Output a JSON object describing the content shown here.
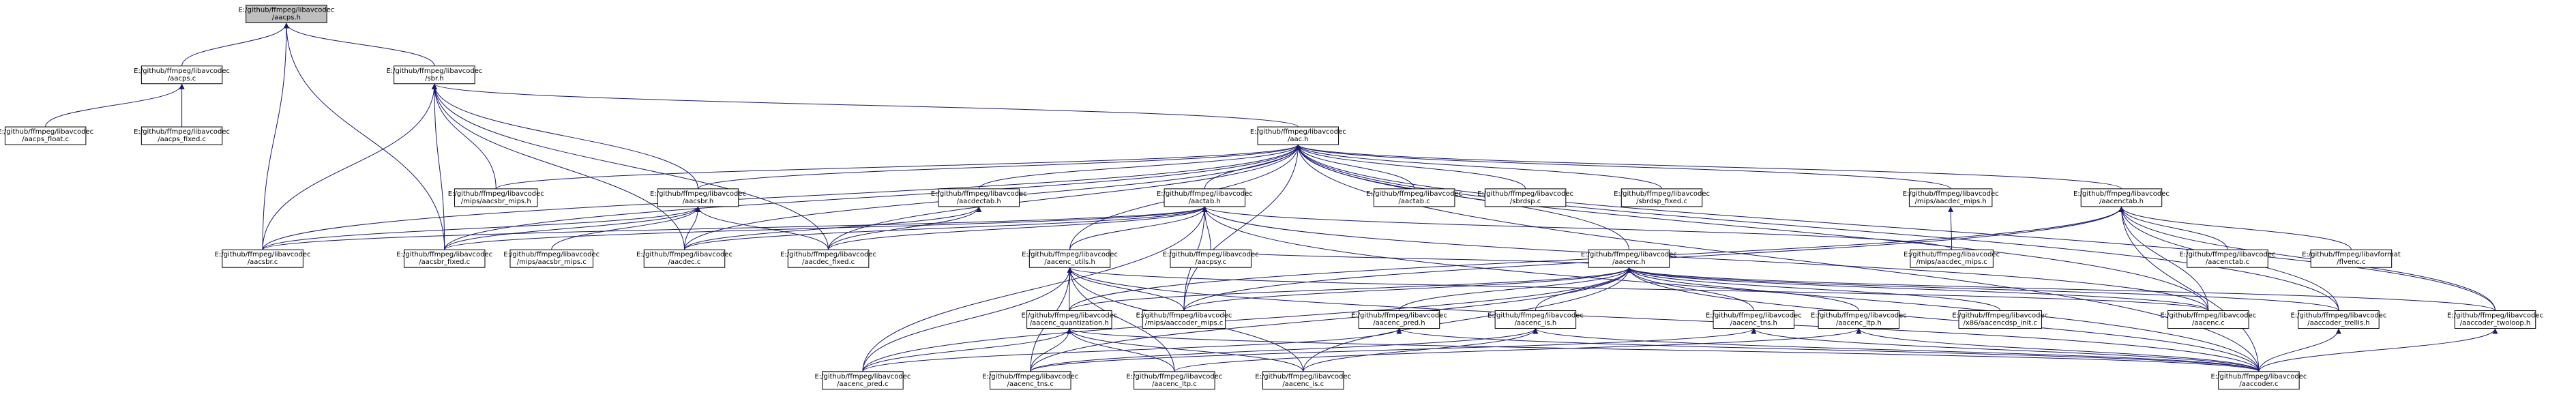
{
  "colors": {
    "edge": "#191970",
    "node_fill": "#ffffff",
    "root_fill": "#bfbfbf",
    "node_stroke": "#000000"
  },
  "root_id": "aacps_h",
  "nodes": [
    {
      "id": "aacps_h",
      "lines": [
        "E:/github/ffmpeg/libavcodec",
        "/aacps.h"
      ]
    },
    {
      "id": "aacps_c",
      "lines": [
        "E:/github/ffmpeg/libavcodec",
        "/aacps.c"
      ]
    },
    {
      "id": "sbr_h",
      "lines": [
        "E:/github/ffmpeg/libavcodec",
        "/sbr.h"
      ]
    },
    {
      "id": "aacps_float_c",
      "lines": [
        "E:/github/ffmpeg/libavcodec",
        "/aacps_float.c"
      ]
    },
    {
      "id": "aacps_fixed_c",
      "lines": [
        "E:/github/ffmpeg/libavcodec",
        "/aacps_fixed.c"
      ]
    },
    {
      "id": "aac_h",
      "lines": [
        "E:/github/ffmpeg/libavcodec",
        "/aac.h"
      ]
    },
    {
      "id": "mips_aacsbr_mips_h",
      "lines": [
        "E:/github/ffmpeg/libavcodec",
        "/mips/aacsbr_mips.h"
      ]
    },
    {
      "id": "aacsbr_h",
      "lines": [
        "E:/github/ffmpeg/libavcodec",
        "/aacsbr.h"
      ]
    },
    {
      "id": "aacdectab_h",
      "lines": [
        "E:/github/ffmpeg/libavcodec",
        "/aacdectab.h"
      ]
    },
    {
      "id": "aactab_h",
      "lines": [
        "E:/github/ffmpeg/libavcodec",
        "/aactab.h"
      ]
    },
    {
      "id": "aactab_c",
      "lines": [
        "E:/github/ffmpeg/libavcodec",
        "/aactab.c"
      ]
    },
    {
      "id": "sbrdsp_c",
      "lines": [
        "E:/github/ffmpeg/libavcodec",
        "/sbrdsp.c"
      ]
    },
    {
      "id": "sbrdsp_fixed_c",
      "lines": [
        "E:/github/ffmpeg/libavcodec",
        "/sbrdsp_fixed.c"
      ]
    },
    {
      "id": "mips_aacdec_mips_h",
      "lines": [
        "E:/github/ffmpeg/libavcodec",
        "/mips/aacdec_mips.h"
      ]
    },
    {
      "id": "aacenctab_h",
      "lines": [
        "E:/github/ffmpeg/libavcodec",
        "/aacenctab.h"
      ]
    },
    {
      "id": "aacsbr_c",
      "lines": [
        "E:/github/ffmpeg/libavcodec",
        "/aacsbr.c"
      ]
    },
    {
      "id": "aacsbr_fixed_c",
      "lines": [
        "E:/github/ffmpeg/libavcodec",
        "/aacsbr_fixed.c"
      ]
    },
    {
      "id": "mips_aacsbr_mips_c",
      "lines": [
        "E:/github/ffmpeg/libavcodec",
        "/mips/aacsbr_mips.c"
      ]
    },
    {
      "id": "aacdec_c",
      "lines": [
        "E:/github/ffmpeg/libavcodec",
        "/aacdec.c"
      ]
    },
    {
      "id": "aacdec_fixed_c",
      "lines": [
        "E:/github/ffmpeg/libavcodec",
        "/aacdec_fixed.c"
      ]
    },
    {
      "id": "aacenc_utils_h",
      "lines": [
        "E:/github/ffmpeg/libavcodec",
        "/aacenc_utils.h"
      ]
    },
    {
      "id": "aacpsy_c",
      "lines": [
        "E:/github/ffmpeg/libavcodec",
        "/aacpsy.c"
      ]
    },
    {
      "id": "aacenc_h",
      "lines": [
        "E:/github/ffmpeg/libavcodec",
        "/aacenc.h"
      ]
    },
    {
      "id": "mips_aacdec_mips_c",
      "lines": [
        "E:/github/ffmpeg/libavcodec",
        "/mips/aacdec_mips.c"
      ]
    },
    {
      "id": "aacenctab_c",
      "lines": [
        "E:/github/ffmpeg/libavcodec",
        "/aacenctab.c"
      ]
    },
    {
      "id": "libavformat_flvenc_c",
      "lines": [
        "E:/github/ffmpeg/libavformat",
        "/flvenc.c"
      ]
    },
    {
      "id": "aacenc_quantization_h",
      "lines": [
        "E:/github/ffmpeg/libavcodec",
        "/aacenc_quantization.h"
      ]
    },
    {
      "id": "mips_aaccoder_mips_c",
      "lines": [
        "E:/github/ffmpeg/libavcodec",
        "/mips/aaccoder_mips.c"
      ]
    },
    {
      "id": "aacenc_pred_h",
      "lines": [
        "E:/github/ffmpeg/libavcodec",
        "/aacenc_pred.h"
      ]
    },
    {
      "id": "aacenc_is_h",
      "lines": [
        "E:/github/ffmpeg/libavcodec",
        "/aacenc_is.h"
      ]
    },
    {
      "id": "aacenc_tns_h",
      "lines": [
        "E:/github/ffmpeg/libavcodec",
        "/aacenc_tns.h"
      ]
    },
    {
      "id": "aacenc_ltp_h",
      "lines": [
        "E:/github/ffmpeg/libavcodec",
        "/aacenc_ltp.h"
      ]
    },
    {
      "id": "x86_aacencdsp_init_c",
      "lines": [
        "E:/github/ffmpeg/libavcodec",
        "/x86/aacencdsp_init.c"
      ]
    },
    {
      "id": "aacenc_c",
      "lines": [
        "E:/github/ffmpeg/libavcodec",
        "/aacenc.c"
      ]
    },
    {
      "id": "aaccoder_trellis_h",
      "lines": [
        "E:/github/ffmpeg/libavcodec",
        "/aaccoder_trellis.h"
      ]
    },
    {
      "id": "aaccoder_twoloop_h",
      "lines": [
        "E:/github/ffmpeg/libavcodec",
        "/aaccoder_twoloop.h"
      ]
    },
    {
      "id": "aacenc_pred_c",
      "lines": [
        "E:/github/ffmpeg/libavcodec",
        "/aacenc_pred.c"
      ]
    },
    {
      "id": "aacenc_tns_c",
      "lines": [
        "E:/github/ffmpeg/libavcodec",
        "/aacenc_tns.c"
      ]
    },
    {
      "id": "aacenc_ltp_c",
      "lines": [
        "E:/github/ffmpeg/libavcodec",
        "/aacenc_ltp.c"
      ]
    },
    {
      "id": "aacenc_is_c",
      "lines": [
        "E:/github/ffmpeg/libavcodec",
        "/aacenc_is.c"
      ]
    },
    {
      "id": "aaccoder_c",
      "lines": [
        "E:/github/ffmpeg/libavcodec",
        "/aaccoder.c"
      ]
    }
  ],
  "edges": [
    [
      "aacps_h",
      "aacps_c"
    ],
    [
      "aacps_h",
      "sbr_h"
    ],
    [
      "aacps_h",
      "aacsbr_c"
    ],
    [
      "aacps_h",
      "aacsbr_fixed_c"
    ],
    [
      "aacps_c",
      "aacps_float_c"
    ],
    [
      "aacps_c",
      "aacps_fixed_c"
    ],
    [
      "sbr_h",
      "aac_h"
    ],
    [
      "sbr_h",
      "mips_aacsbr_mips_h"
    ],
    [
      "sbr_h",
      "aacsbr_h"
    ],
    [
      "sbr_h",
      "aacsbr_c"
    ],
    [
      "sbr_h",
      "aacsbr_fixed_c"
    ],
    [
      "sbr_h",
      "aacdec_c"
    ],
    [
      "sbr_h",
      "aacdec_fixed_c"
    ],
    [
      "aac_h",
      "mips_aacsbr_mips_h"
    ],
    [
      "aac_h",
      "aacsbr_h"
    ],
    [
      "aac_h",
      "aacdectab_h"
    ],
    [
      "aac_h",
      "aactab_h"
    ],
    [
      "aac_h",
      "aactab_c"
    ],
    [
      "aac_h",
      "sbrdsp_c"
    ],
    [
      "aac_h",
      "sbrdsp_fixed_c"
    ],
    [
      "aac_h",
      "mips_aacdec_mips_h"
    ],
    [
      "aac_h",
      "aacenctab_h"
    ],
    [
      "aac_h",
      "aacenc_h"
    ],
    [
      "aac_h",
      "aacsbr_c"
    ],
    [
      "aac_h",
      "aacsbr_fixed_c"
    ],
    [
      "aac_h",
      "aacdec_c"
    ],
    [
      "aac_h",
      "aacdec_fixed_c"
    ],
    [
      "aac_h",
      "aacenc_utils_h"
    ],
    [
      "aac_h",
      "mips_aaccoder_mips_c"
    ],
    [
      "aac_h",
      "aacenc_c"
    ],
    [
      "aac_h",
      "aaccoder_trellis_h"
    ],
    [
      "aac_h",
      "aaccoder_twoloop_h"
    ],
    [
      "aac_h",
      "aaccoder_c"
    ],
    [
      "aacsbr_h",
      "aacsbr_c"
    ],
    [
      "aacsbr_h",
      "aacsbr_fixed_c"
    ],
    [
      "aacsbr_h",
      "mips_aacsbr_mips_c"
    ],
    [
      "aacsbr_h",
      "aacdec_c"
    ],
    [
      "aacsbr_h",
      "aacdec_fixed_c"
    ],
    [
      "aacdectab_h",
      "aacdec_c"
    ],
    [
      "aacdectab_h",
      "aacdec_fixed_c"
    ],
    [
      "aactab_h",
      "aacsbr_c"
    ],
    [
      "aactab_h",
      "aacsbr_fixed_c"
    ],
    [
      "aactab_h",
      "aacdec_c"
    ],
    [
      "aactab_h",
      "aacdec_fixed_c"
    ],
    [
      "aactab_h",
      "aacenc_utils_h"
    ],
    [
      "aactab_h",
      "aacpsy_c"
    ],
    [
      "aactab_h",
      "mips_aacdec_mips_c"
    ],
    [
      "aactab_h",
      "mips_aaccoder_mips_c"
    ],
    [
      "aactab_h",
      "aacenc_c"
    ],
    [
      "aactab_h",
      "aaccoder_c"
    ],
    [
      "aactab_h",
      "aacenc_pred_c"
    ],
    [
      "mips_aacdec_mips_h",
      "mips_aacdec_mips_c"
    ],
    [
      "aacenctab_h",
      "aacenctab_c"
    ],
    [
      "aacenctab_h",
      "libavformat_flvenc_c"
    ],
    [
      "aacenctab_h",
      "aacenc_c"
    ],
    [
      "aacenctab_h",
      "aaccoder_trellis_h"
    ],
    [
      "aacenctab_h",
      "aaccoder_twoloop_h"
    ],
    [
      "aacenctab_h",
      "aaccoder_c"
    ],
    [
      "aacenctab_h",
      "aacenc_quantization_h"
    ],
    [
      "aacenctab_h",
      "mips_aaccoder_mips_c"
    ],
    [
      "aacenc_utils_h",
      "aacenc_quantization_h"
    ],
    [
      "aacenc_utils_h",
      "mips_aaccoder_mips_c"
    ],
    [
      "aacenc_utils_h",
      "aacenc_pred_c"
    ],
    [
      "aacenc_utils_h",
      "aacenc_tns_c"
    ],
    [
      "aacenc_utils_h",
      "aacenc_ltp_c"
    ],
    [
      "aacenc_utils_h",
      "aacenc_is_c"
    ],
    [
      "aacenc_utils_h",
      "aaccoder_c"
    ],
    [
      "aacenc_utils_h",
      "aacenc_c"
    ],
    [
      "aacenc_h",
      "aacenc_quantization_h"
    ],
    [
      "aacenc_h",
      "mips_aaccoder_mips_c"
    ],
    [
      "aacenc_h",
      "aacenc_pred_h"
    ],
    [
      "aacenc_h",
      "aacenc_is_h"
    ],
    [
      "aacenc_h",
      "aacenc_tns_h"
    ],
    [
      "aacenc_h",
      "aacenc_ltp_h"
    ],
    [
      "aacenc_h",
      "x86_aacencdsp_init_c"
    ],
    [
      "aacenc_h",
      "aacenc_c"
    ],
    [
      "aacenc_h",
      "aaccoder_trellis_h"
    ],
    [
      "aacenc_h",
      "aaccoder_twoloop_h"
    ],
    [
      "aacenc_h",
      "aacenc_pred_c"
    ],
    [
      "aacenc_h",
      "aacenc_tns_c"
    ],
    [
      "aacenc_h",
      "aacenc_is_c"
    ],
    [
      "aacenc_h",
      "aaccoder_c"
    ],
    [
      "aacenc_h",
      "aacpsy_c"
    ],
    [
      "aacenc_quantization_h",
      "aacenc_pred_c"
    ],
    [
      "aacenc_quantization_h",
      "aacenc_tns_c"
    ],
    [
      "aacenc_quantization_h",
      "aacenc_ltp_c"
    ],
    [
      "aacenc_quantization_h",
      "aacenc_is_c"
    ],
    [
      "aacenc_quantization_h",
      "aaccoder_c"
    ],
    [
      "aacenc_pred_h",
      "aacenc_pred_c"
    ],
    [
      "aacenc_pred_h",
      "aaccoder_c"
    ],
    [
      "aacenc_is_h",
      "aacenc_is_c"
    ],
    [
      "aacenc_is_h",
      "aaccoder_c"
    ],
    [
      "aacenc_is_h",
      "aacenc_tns_c"
    ],
    [
      "aacenc_tns_h",
      "aacenc_tns_c"
    ],
    [
      "aacenc_tns_h",
      "aaccoder_c"
    ],
    [
      "aacenc_ltp_h",
      "aacenc_ltp_c"
    ],
    [
      "aacenc_ltp_h",
      "aaccoder_c"
    ],
    [
      "aaccoder_trellis_h",
      "aaccoder_c"
    ],
    [
      "aaccoder_twoloop_h",
      "aaccoder_c"
    ]
  ]
}
